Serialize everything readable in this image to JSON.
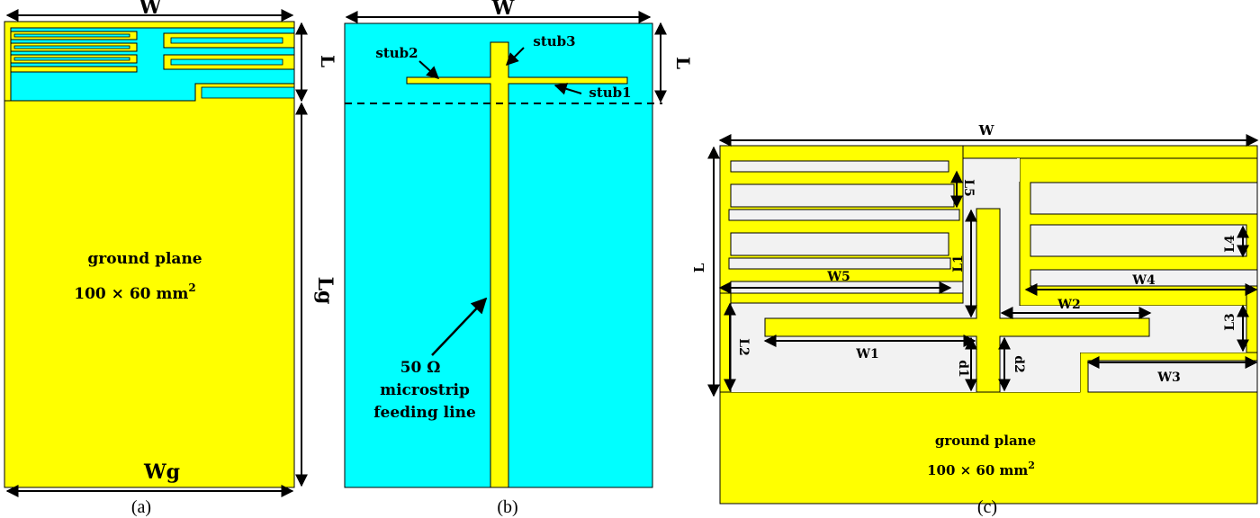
{
  "panel_a": {
    "dim_w": "W",
    "dim_l": "L",
    "dim_lg": "Lg",
    "dim_wg": "Wg",
    "ground_label": "ground plane",
    "ground_size": "100 × 60 mm",
    "ground_size_sup": "2",
    "caption": "(a)"
  },
  "panel_b": {
    "dim_w": "W",
    "dim_l": "L",
    "stub1": "stub1",
    "stub2": "stub2",
    "stub3": "stub3",
    "feed_line1": "50 Ω",
    "feed_line2": "microstrip",
    "feed_line3": "feeding line",
    "caption": "(b)"
  },
  "panel_c": {
    "dim_w": "W",
    "dim_l": "L",
    "dim_l1": "L1",
    "dim_l2": "L2",
    "dim_l3": "L3",
    "dim_l4": "L4",
    "dim_l5": "L5",
    "dim_w1": "W1",
    "dim_w2": "W2",
    "dim_w3": "W3",
    "dim_w4": "W4",
    "dim_w5": "W5",
    "dim_d1": "d1",
    "dim_d2": "d2",
    "ground_label": "ground plane",
    "ground_size": "100 × 60 mm",
    "ground_size_sup": "2",
    "caption": "(c)"
  },
  "colors": {
    "conductor": "#ffff00",
    "substrate": "#00ffff",
    "substrate_c": "#f2f2f2",
    "outline": "#000000"
  }
}
